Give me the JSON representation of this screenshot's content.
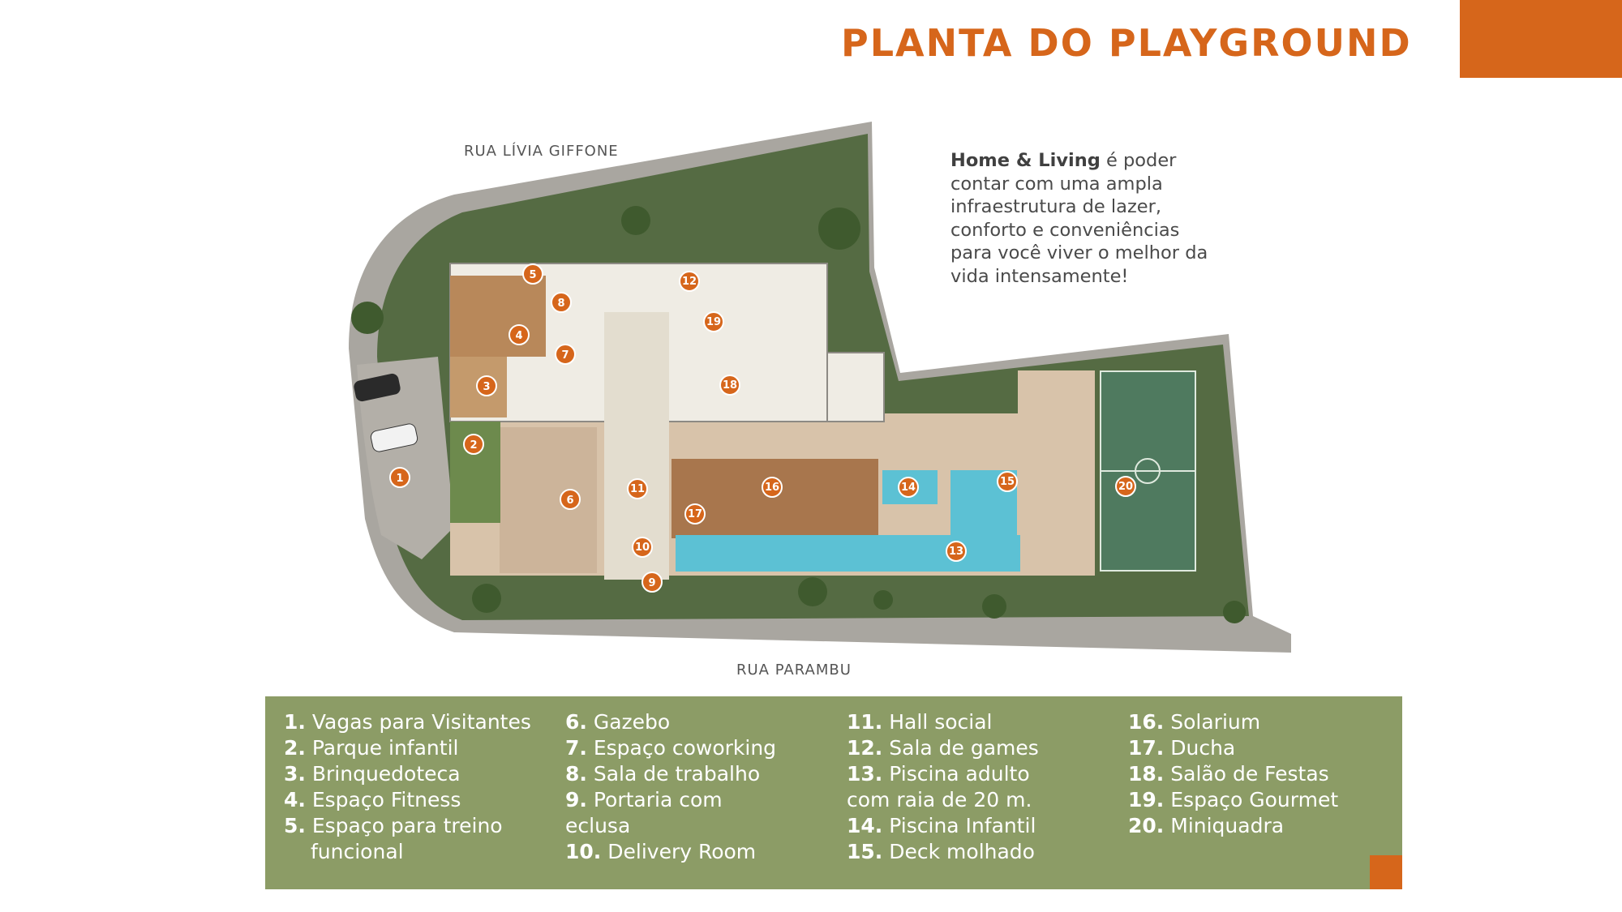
{
  "header": {
    "title": "PLANTA DO PLAYGROUND",
    "accent_color": "#d6661b"
  },
  "streets": {
    "top": "RUA LÍVIA GIFFONE",
    "bottom": "RUA PARAMBU"
  },
  "intro": {
    "brand": "Home & Living",
    "text": " é poder contar com uma ampla infraestrutura de lazer, conforto e conveniências para você viver o melhor da vida intensamente!"
  },
  "markers": [
    "1",
    "2",
    "3",
    "4",
    "5",
    "6",
    "7",
    "8",
    "9",
    "10",
    "11",
    "12",
    "13",
    "14",
    "15",
    "16",
    "17",
    "18",
    "19",
    "20"
  ],
  "legend": {
    "background_color": "#8c9c66",
    "items": [
      {
        "num": "1.",
        "label": "Vagas para Visitantes"
      },
      {
        "num": "2.",
        "label": "Parque infantil"
      },
      {
        "num": "3.",
        "label": "Brinquedoteca"
      },
      {
        "num": "4.",
        "label": "Espaço Fitness"
      },
      {
        "num": "5.",
        "label": "Espaço para treino",
        "label2": "funcional"
      },
      {
        "num": "6.",
        "label": "Gazebo"
      },
      {
        "num": "7.",
        "label": "Espaço coworking"
      },
      {
        "num": "8.",
        "label": "Sala de trabalho"
      },
      {
        "num": "9.",
        "label": "Portaria com",
        "label2": "eclusa"
      },
      {
        "num": "10.",
        "label": "Delivery Room"
      },
      {
        "num": "11.",
        "label": "Hall social"
      },
      {
        "num": "12.",
        "label": "Sala de games"
      },
      {
        "num": "13.",
        "label": "Piscina adulto",
        "label2": "com raia de 20 m."
      },
      {
        "num": "14.",
        "label": "Piscina Infantil"
      },
      {
        "num": "15.",
        "label": "Deck molhado"
      },
      {
        "num": "16.",
        "label": "Solarium"
      },
      {
        "num": "17.",
        "label": "Ducha"
      },
      {
        "num": "18.",
        "label": "Salão de Festas"
      },
      {
        "num": "19.",
        "label": "Espaço Gourmet"
      },
      {
        "num": "20.",
        "label": "Miniquadra"
      }
    ]
  }
}
